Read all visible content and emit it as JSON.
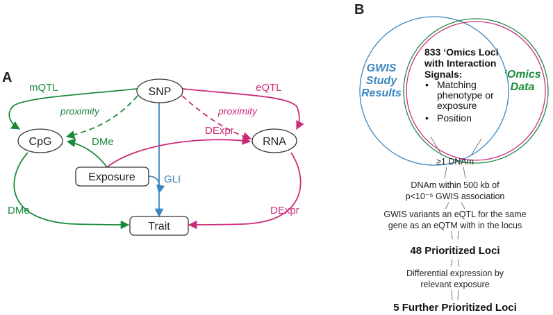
{
  "panels": {
    "a_letter": "A",
    "b_letter": "B"
  },
  "panel_a": {
    "nodes": {
      "snp": "SNP",
      "cpg": "CpG",
      "rna": "RNA",
      "exposure": "Exposure",
      "trait": "Trait"
    },
    "edges": {
      "mqtl": "mQTL",
      "eqtl": "eQTL",
      "proximity_left": "proximity",
      "proximity_right": "proximity",
      "dme_upper": "DMe",
      "dme_lower": "DMe",
      "dexpr_upper": "DExpr",
      "dexpr_lower": "DExpr",
      "gli": "GLI"
    }
  },
  "panel_b": {
    "venn": {
      "left_label": [
        "GWIS",
        "Study",
        "Results"
      ],
      "right_label": [
        "‘Omics",
        "Data"
      ],
      "center_title": [
        "833 ‘Omics Loci",
        "with Interaction",
        "Signals:"
      ],
      "bullets": [
        [
          "Matching",
          "phenotype or",
          "exposure"
        ],
        [
          "Position"
        ]
      ]
    },
    "funnel": {
      "step1": [
        "≥1 DNAm"
      ],
      "step2": [
        "DNAm within 500 kb of",
        "p<10⁻⁵ GWIS association"
      ],
      "step3": [
        "GWIS variants an eQTL for the same",
        "gene as an eQTM with in the locus"
      ],
      "result1": "48 Prioritized Loci",
      "step4": [
        "Differential expression by",
        "relevant exposure"
      ],
      "result2": "5 Further Prioritized Loci"
    }
  },
  "colors": {
    "green": "#1a8a3a",
    "pink": "#cc2a7a",
    "blue": "#3a86c0",
    "black": "#222222",
    "gray": "#777777"
  }
}
